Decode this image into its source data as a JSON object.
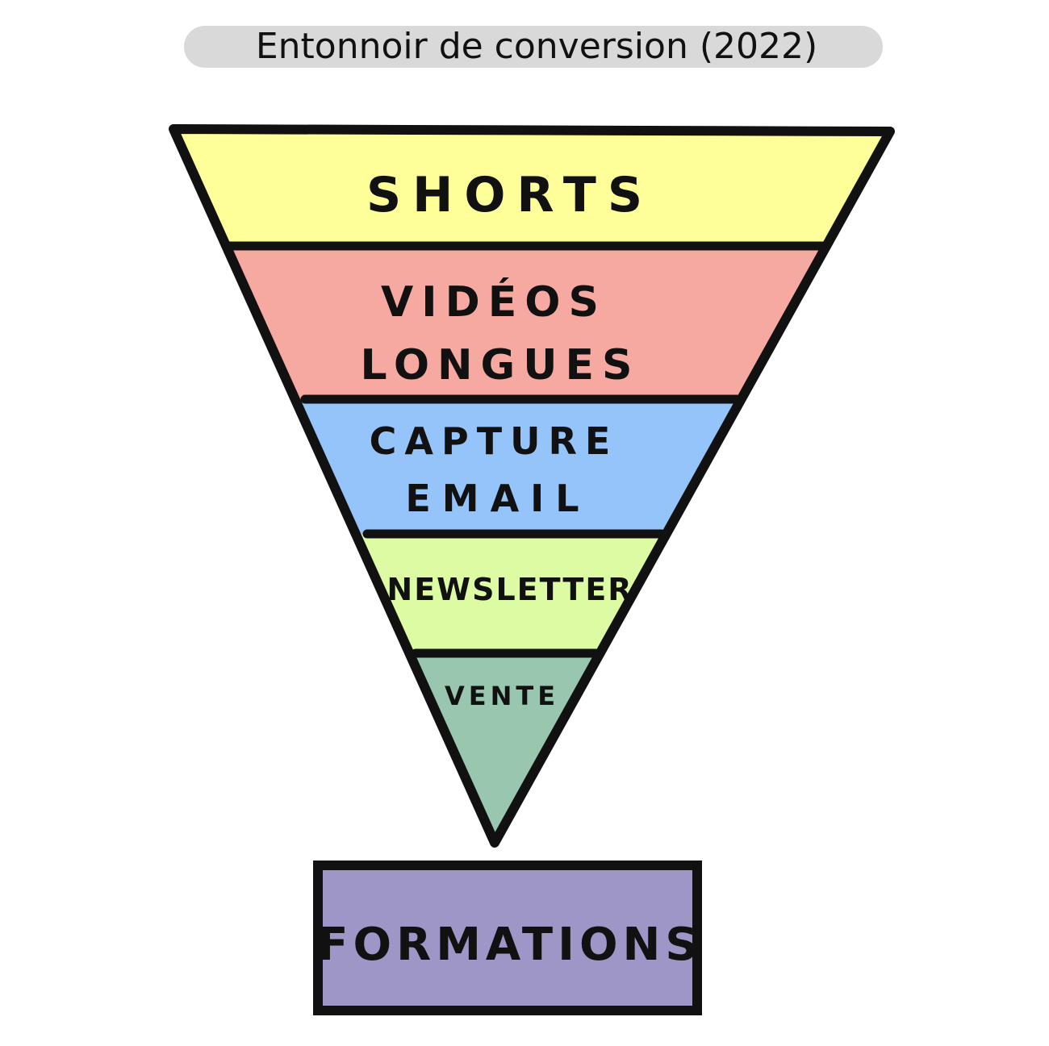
{
  "title": "Entonnoir de conversion (2022)",
  "funnel": {
    "stages": [
      {
        "label_lines": [
          "SHORTS"
        ],
        "color": "#FFFF99"
      },
      {
        "label_lines": [
          "VIDÉOS",
          "LONGUES"
        ],
        "color": "#F5A9A0"
      },
      {
        "label_lines": [
          "CAPTURE",
          "EMAIL"
        ],
        "color": "#94C4FA"
      },
      {
        "label_lines": [
          "NEWSLETTER"
        ],
        "color": "#DDFBA2"
      },
      {
        "label_lines": [
          "VENTE"
        ],
        "color": "#98C6AF"
      }
    ]
  },
  "output": {
    "label": "FORMATIONS",
    "color": "#9E96C7"
  },
  "colors": {
    "outline": "#111111",
    "title_highlight": "#D9D9D9"
  }
}
